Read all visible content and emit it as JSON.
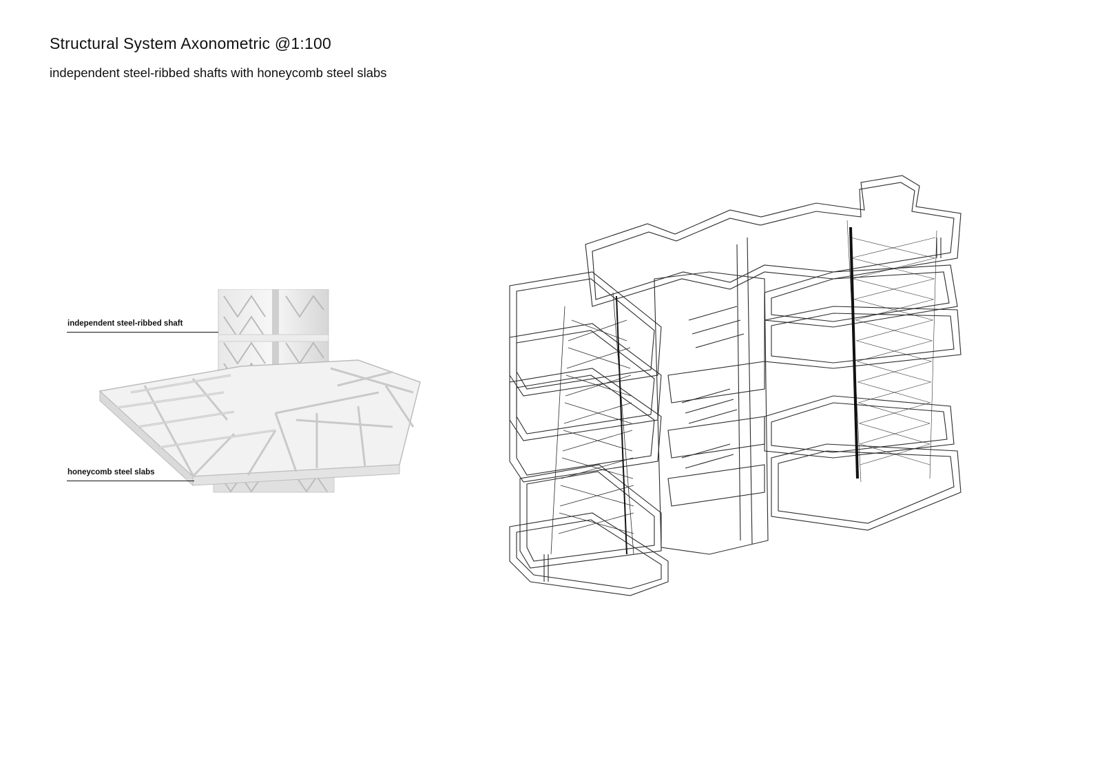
{
  "header": {
    "title": "Structural System Axonometric @1:100",
    "subtitle": "independent steel-ribbed shafts with honeycomb steel slabs"
  },
  "detail_view": {
    "callouts": [
      {
        "id": "shaft",
        "label": "independent steel-ribbed shaft"
      },
      {
        "id": "slab",
        "label": "honeycomb steel slabs"
      }
    ]
  },
  "colors": {
    "line": "#2a2a2a",
    "render_light": "#f4f4f4",
    "render_mid": "#dcdcdc",
    "render_dark": "#bdbdbd",
    "background": "#ffffff"
  }
}
